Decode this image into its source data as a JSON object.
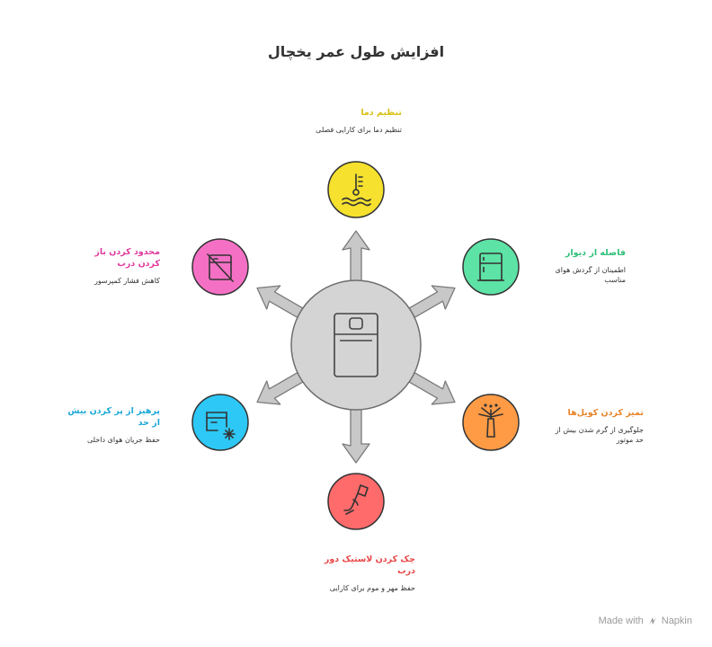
{
  "title": "افزایش طول عمر یخچال",
  "colors": {
    "yellow": "#F5E12E",
    "green": "#5DE3A5",
    "orange": "#FF9B45",
    "red": "#FF6B6B",
    "blue": "#2DC8F5",
    "pink": "#F470C5",
    "center": "#D4D4D4",
    "arrow": "#C8C8C8"
  },
  "nodes": [
    {
      "id": "temp",
      "heading": "تنظیم دما",
      "desc": "تنظیم دما برای کارایی فصلی",
      "color": "#D8C00E",
      "icon": "thermometer-icon"
    },
    {
      "id": "wall",
      "heading": "فاصله از دیوار",
      "desc": "اطمینان از گردش هوای مناسب",
      "color": "#2FBF78",
      "icon": "fridge-icon"
    },
    {
      "id": "coils",
      "heading": "تمیز کردن کویل‌ها",
      "desc": "جلوگیری از گرم شدن بیش از حد موتور",
      "color": "#E8842A",
      "icon": "brush-icon"
    },
    {
      "id": "seal",
      "heading": "چک کردن لاستیک دور درب",
      "desc": "حفظ مهر و موم برای کارایی",
      "color": "#E84545",
      "icon": "sealant-gun-icon"
    },
    {
      "id": "overfill",
      "heading": "پرهیز از پر کردن بیش از حد",
      "desc": "حفظ جریان هوای داخلی",
      "color": "#1AA8D8",
      "icon": "fridge-snowflake-icon"
    },
    {
      "id": "door",
      "heading": "محدود کردن باز کردن درب",
      "desc": "کاهش فشار کمپرسور",
      "color": "#E0399C",
      "icon": "no-door-open-icon"
    }
  ],
  "footer": {
    "text": "Made with",
    "brand": "Napkin"
  }
}
